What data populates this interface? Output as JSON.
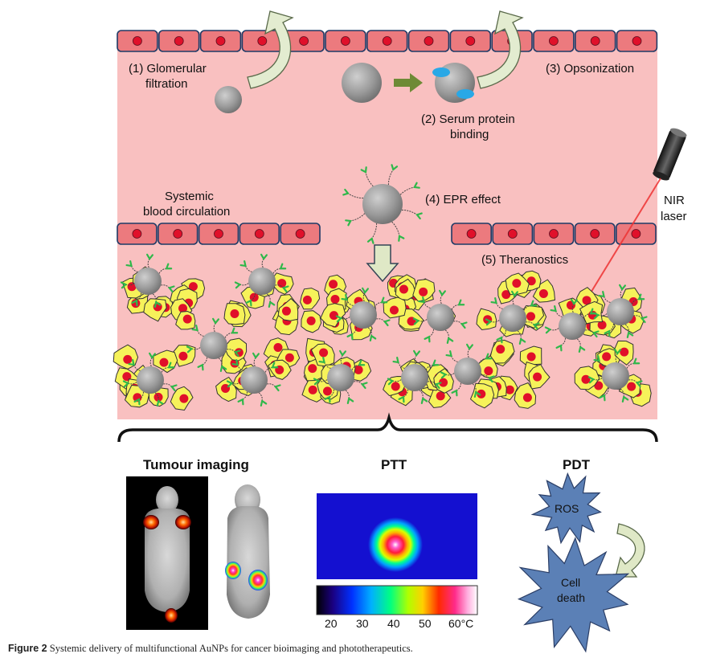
{
  "colors": {
    "vessel_bg": "#f9c0c0",
    "endothelial_fill": "#ec7a7e",
    "endothelial_stroke": "#1e3a66",
    "nucleus": "#e0102a",
    "tumour_cell": "#f6f25a",
    "nanoparticle": "#8a8a8a",
    "arrow_pale": "#dfe8c6",
    "arrow_green": "#6e8a36",
    "protein": "#29a8e6",
    "ligand": "#2fb84a",
    "ros_star": "#5b80b6",
    "laser_beam": "#ee3333"
  },
  "labels": {
    "glomerular_1": "(1) Glomerular",
    "glomerular_2": "filtration",
    "serum_1": "(2) Serum protein",
    "serum_2": "binding",
    "opsonization": "(3) Opsonization",
    "epr": "(4) EPR effect",
    "systemic_1": "Systemic",
    "systemic_2": "blood circulation",
    "theranostics": "(5) Theranostics",
    "nir_1": "NIR",
    "nir_2": "laser"
  },
  "panels": {
    "tumour_imaging": "Tumour imaging",
    "ptt": "PTT",
    "pdt": "PDT",
    "ros": "ROS",
    "cell_death_1": "Cell",
    "cell_death_2": "death"
  },
  "colorbar": {
    "ticks": [
      "20",
      "30",
      "40",
      "50",
      "60°C"
    ]
  },
  "caption": {
    "label": "Figure 2",
    "text": " Systemic delivery of multifunctional AuNPs for cancer bioimaging and phototherapeutics."
  }
}
